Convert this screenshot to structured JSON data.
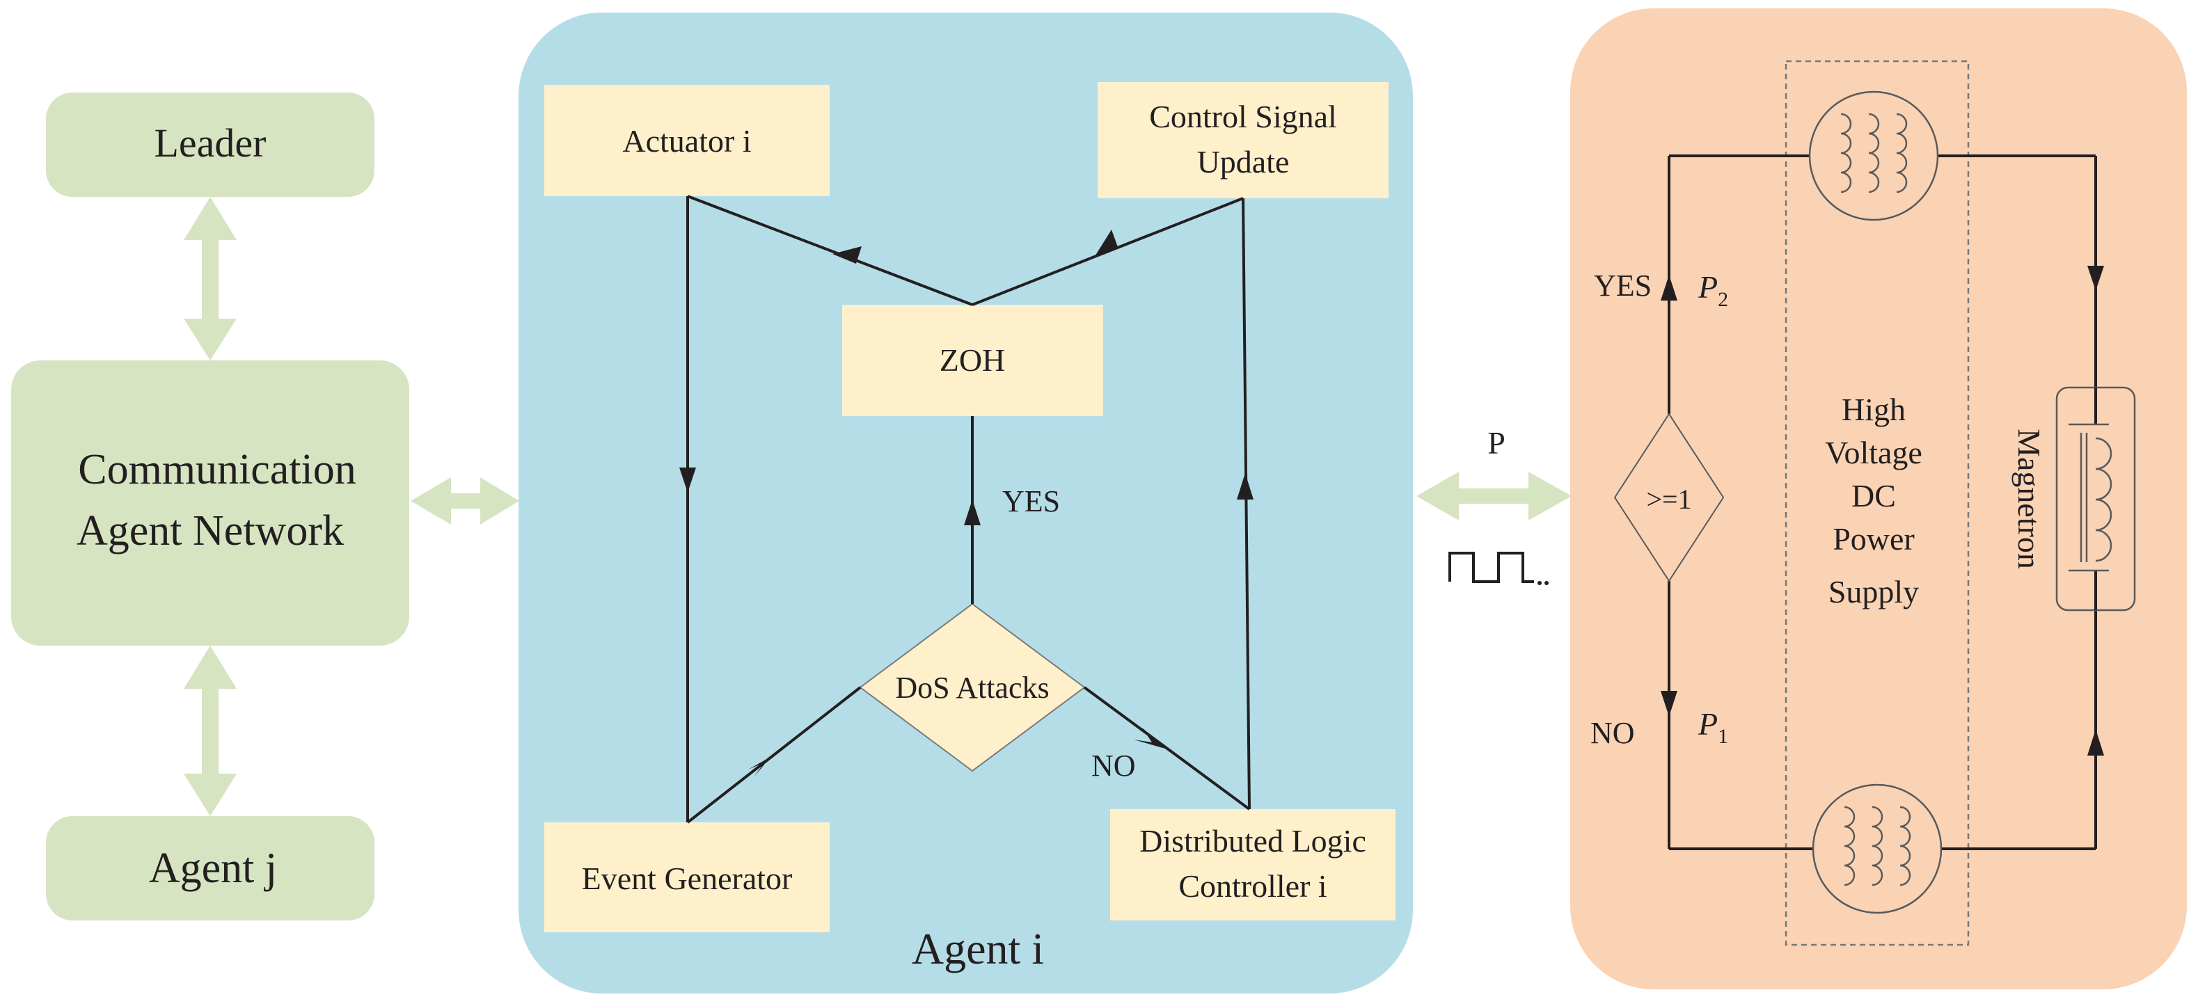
{
  "colors": {
    "left_block": "#d6e4c2",
    "agent_panel": "#b5dde8",
    "node": "#fdf0cb",
    "right_panel": "#fad3b5",
    "line": "#231f20",
    "dashed": "#777777"
  },
  "left": {
    "leader": "Leader",
    "network_line1": "Communication",
    "network_line2": "Agent Network",
    "agent_j": "Agent j"
  },
  "agent": {
    "panel_label": "Agent i",
    "actuator": "Actuator i",
    "control_line1": "Control Signal",
    "control_line2": "Update",
    "zoh": "ZOH",
    "yes": "YES",
    "dos": "DoS Attacks",
    "no": "NO",
    "event_generator": "Event Generator",
    "controller_line1": "Distributed Logic",
    "controller_line2": "Controller i"
  },
  "link": {
    "p": "P",
    "pulse_icon": "square-wave-icon"
  },
  "right": {
    "yes": "YES",
    "no": "NO",
    "p2": "P",
    "p2_sub": "2",
    "p1": "P",
    "p1_sub": "1",
    "decision": ">=1",
    "supply_line1": "High",
    "supply_line2": "Voltage",
    "supply_line3": "DC",
    "supply_line4": "Power",
    "supply_line5": "Supply",
    "magnetron": "Magnetron",
    "coil_icon": "transformer-coil-icon"
  }
}
